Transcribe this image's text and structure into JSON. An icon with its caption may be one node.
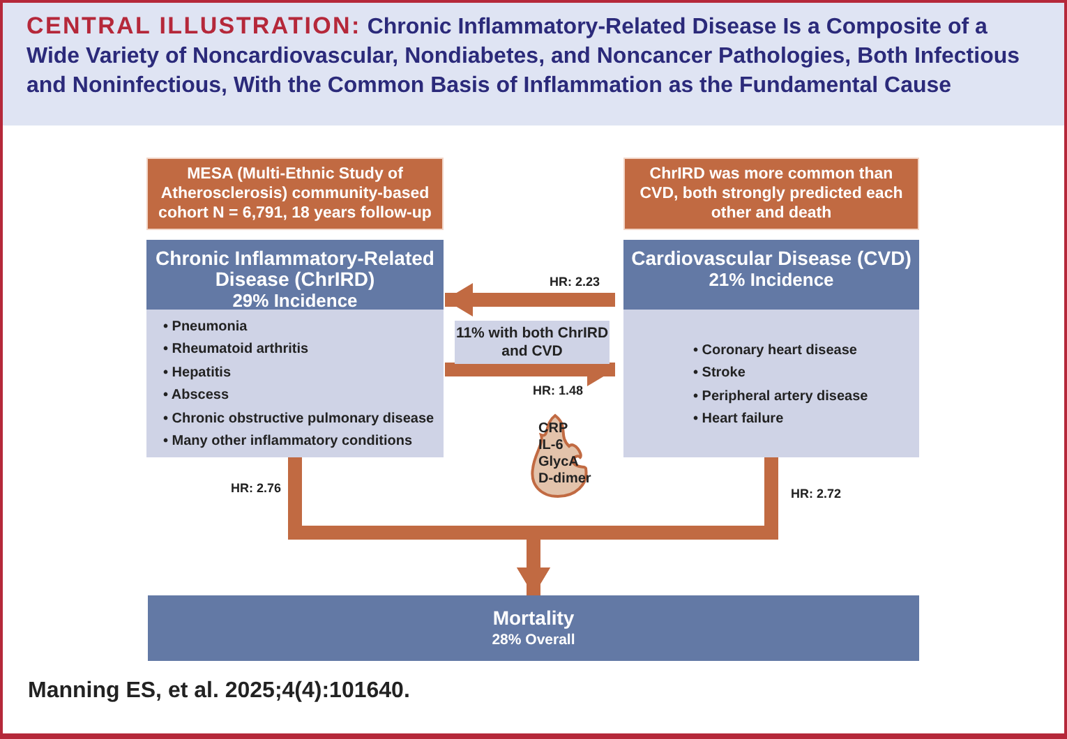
{
  "diagram": {
    "title": "Chronic Inflammatory-Related Disease Is a Composite of a Wide Variety of Noncardiovascular, Nondiabetes, and Noncancer Pathologies, Both Infectious and Noninfectious, With the Common Basis of Inflammation as the Fundamental Cause",
    "caption": "Manning ES, et al. 2025;4(4):101640.",
    "nodes": [
      {
        "text": [
          "MESA (Multi-Ethnic Study of Atherosclerosis) community-based cohort N = 6,791, 18 years follow-up"
        ]
      },
      {
        "text": [
          "Chronic Inflammatory-Related Disease (ChrIRD)",
          "29% Incidence",
          "• Pneumonia",
          "• Rheumatoid arthritis",
          "• Hepatitis",
          "• Abscess",
          "• Chronic obstructive pulmonary disease",
          "• Many other inflammatory conditions"
        ]
      },
      {
        "text": [
          "ChrIRD was more common than CVD, both strongly predicted each other and death"
        ]
      },
      {
        "text": [
          "Cardiovascular Disease (CVD)",
          "21% Incidence",
          "• Coronary heart disease",
          "• Stroke",
          "• Peripheral artery disease",
          "• Heart failure"
        ]
      },
      {
        "text": [
          "11% with both ChrIRD and CVD"
        ]
      },
      {
        "text": [
          "CRP",
          "IL-6",
          "GlycA",
          "D-dimer"
        ]
      },
      {
        "text": [
          "Mortality",
          "28% Overall"
        ]
      }
    ],
    "edges": [
      {
        "from": 3,
        "to": 1,
        "arrow": "to",
        "label": "HR: 2.23"
      },
      {
        "from": 1,
        "to": 3,
        "arrow": "to",
        "label": "HR: 1.48"
      },
      {
        "from": 1,
        "to": 6,
        "arrow": "to",
        "label": "HR: 2.76"
      },
      {
        "from": 3,
        "to": 6,
        "arrow": "to",
        "label": "HR: 2.72"
      }
    ],
    "labels": [
      "CENTRAL ILLUSTRATION:"
    ]
  }
}
